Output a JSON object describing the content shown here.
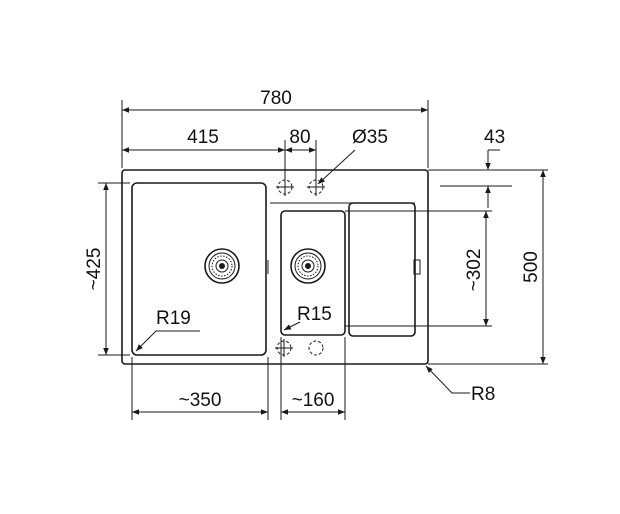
{
  "dimensions": {
    "total_width": "780",
    "left_width": "415",
    "tap_spacing": "80",
    "hole_diameter": "Ø35",
    "top_offset": "43",
    "total_height": "500",
    "main_bowl_height": "~425",
    "small_bowl_height": "~302",
    "main_bowl_width": "~350",
    "small_bowl_width": "~160",
    "main_radius": "R19",
    "small_radius": "R15",
    "outer_radius": "R8"
  }
}
